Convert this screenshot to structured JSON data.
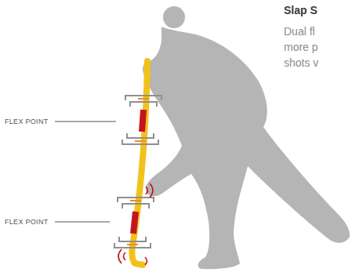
{
  "diagram": {
    "title": "Slap S",
    "labels": [
      "FLEX POINT",
      "FLEX POINT",
      "Dual fl",
      "more p",
      "shots v"
    ]
  }
}
